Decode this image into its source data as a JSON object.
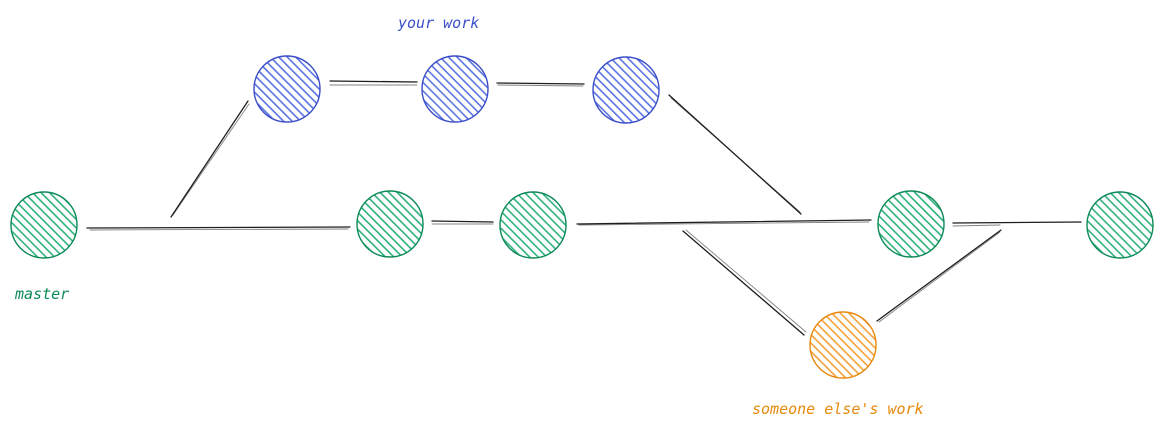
{
  "colors": {
    "master": "#0c8a57",
    "master_fill": "#2fb17a",
    "your_work": "#3b4ec9",
    "your_work_fill": "#5b73e0",
    "someone_else": "#e8890c",
    "someone_else_fill": "#f5a13c",
    "edge": "#1e1e1e"
  },
  "labels": {
    "master": "master",
    "your_work": "your work",
    "someone_else": "someone else's work"
  },
  "commits": {
    "master": [
      "m1",
      "m2",
      "m3",
      "m4",
      "m5"
    ],
    "your_work": [
      "y1",
      "y2",
      "y3"
    ],
    "someone_else": [
      "s1"
    ]
  },
  "edges": [
    [
      "m1",
      "m2"
    ],
    [
      "m2",
      "m3"
    ],
    [
      "m3",
      "m4"
    ],
    [
      "m4",
      "m5"
    ],
    [
      "m1",
      "y1"
    ],
    [
      "y1",
      "y2"
    ],
    [
      "y2",
      "y3"
    ],
    [
      "y3",
      "m4"
    ],
    [
      "m3",
      "s1"
    ],
    [
      "s1",
      "m5"
    ]
  ]
}
